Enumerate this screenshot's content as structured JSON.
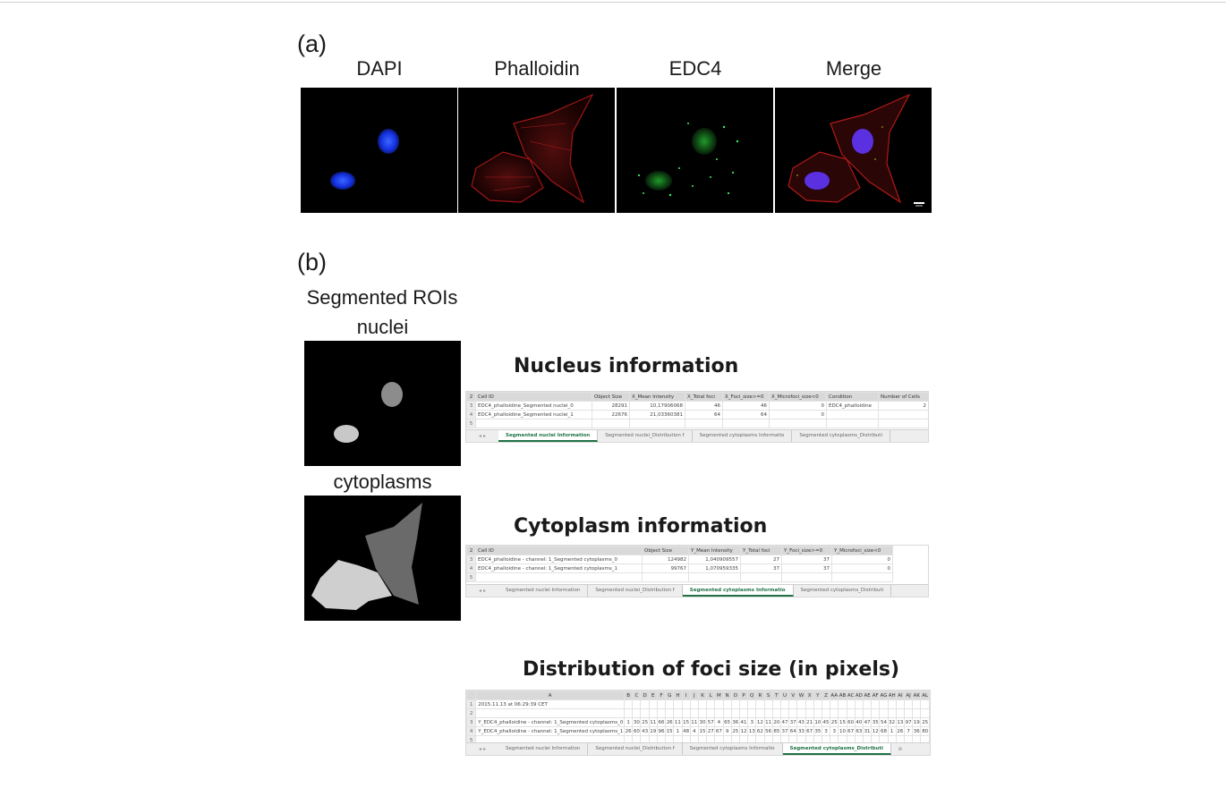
{
  "panel_a": {
    "label": "(a)",
    "channels": [
      {
        "label": "DAPI",
        "color": "#1a3cff"
      },
      {
        "label": "Phalloidin",
        "color": "#c01818"
      },
      {
        "label": "EDC4",
        "color": "#22c43a"
      },
      {
        "label": "Merge",
        "color": "#7a3cff"
      }
    ]
  },
  "panel_b": {
    "label": "(b)",
    "segmented_title": "Segmented ROIs",
    "nuclei_label": "nuclei",
    "cytoplasms_label": "cytoplasms",
    "nucleus_section": {
      "title": "Nucleus information",
      "headers": [
        "Cell ID",
        "Object Size",
        "X_Mean Intensity",
        "X_Total foci",
        "X_Foci_size>=0",
        "X_Microfoci_size<0",
        "Condition",
        "Number of Cells"
      ],
      "rows": [
        {
          "rownum": "3",
          "cells": [
            "EDC4_phalloidine_Segmented nuclei_0",
            "28291",
            "10,17906068",
            "46",
            "46",
            "0",
            "EDC4_phalloidine",
            "2"
          ]
        },
        {
          "rownum": "4",
          "cells": [
            "EDC4_phalloidine_Segmented nuclei_1",
            "22676",
            "21,03360381",
            "64",
            "64",
            "0",
            "",
            ""
          ]
        }
      ],
      "header_rownum": "2",
      "empty_rownum": "5",
      "tabs": [
        "Segmented nuclei Information",
        "Segmented nuclei_Distribution f",
        "Segmented cytoplasms Informatio",
        "Segmented cytoplasms_Distributi"
      ],
      "active_tab": 0
    },
    "cytoplasm_section": {
      "title": "Cytoplasm information",
      "headers": [
        "Cell ID",
        "Object Size",
        "Y_Mean Intensity",
        "Y_Total foci",
        "Y_Foci_size>=0",
        "Y_Microfoci_size<0"
      ],
      "rows": [
        {
          "rownum": "3",
          "cells": [
            "EDC4_phalloidine - channel: 1_Segmented cytoplasms_0",
            "124982",
            "1,040909557",
            "27",
            "37",
            "0"
          ]
        },
        {
          "rownum": "4",
          "cells": [
            "EDC4_phalloidine - channel: 1_Segmented cytoplasms_1",
            "99767",
            "1,070959335",
            "37",
            "37",
            "0"
          ]
        }
      ],
      "header_rownum": "2",
      "empty_rownum": "5",
      "tabs": [
        "Segmented nuclei Information",
        "Segmented nuclei_Distribution f",
        "Segmented cytoplasms Informatio",
        "Segmented cytoplasms_Distributi"
      ],
      "active_tab": 2
    },
    "distribution_section": {
      "title": "Distribution of foci size (in pixels)",
      "col_headers": [
        "A",
        "B",
        "C",
        "D",
        "E",
        "F",
        "G",
        "H",
        "I",
        "J",
        "K",
        "L",
        "M",
        "N",
        "O",
        "P",
        "Q",
        "R",
        "S",
        "T",
        "U",
        "V",
        "W",
        "X",
        "Y",
        "Z",
        "AA",
        "AB",
        "AC",
        "AD",
        "AE",
        "AF",
        "AG",
        "AH",
        "AI",
        "AJ",
        "AK",
        "AL"
      ],
      "timestamp": "2015.11.13 at 06:29:39 CET",
      "rows": [
        {
          "rownum": "3",
          "label": "Y_EDC4_phalloidine - channel: 1_Segmented cytoplasms_0",
          "values": [
            "1",
            "30",
            "25",
            "11",
            "66",
            "26",
            "11",
            "15",
            "11",
            "30",
            "57",
            "4",
            "65",
            "36",
            "41",
            "3",
            "12",
            "11",
            "20",
            "47",
            "37",
            "43",
            "21",
            "10",
            "45",
            "25",
            "15",
            "60",
            "40",
            "47",
            "35",
            "54",
            "32",
            "13",
            "97",
            "19",
            "25"
          ]
        },
        {
          "rownum": "4",
          "label": "Y_EDC4_phalloidine - channel: 1_Segmented cytoplasms_1",
          "values": [
            "26",
            "60",
            "43",
            "19",
            "96",
            "15",
            "1",
            "48",
            "4",
            "15",
            "27",
            "67",
            "9",
            "25",
            "12",
            "13",
            "62",
            "56",
            "85",
            "37",
            "64",
            "33",
            "67",
            "35",
            "3",
            "3",
            "10",
            "67",
            "63",
            "31",
            "12",
            "68",
            "1",
            "26",
            "7",
            "36",
            "80"
          ]
        }
      ],
      "tabs": [
        "Segmented nuclei Information",
        "Segmented nuclei_Distribution f",
        "Segmented cytoplasms Informatio",
        "Segmented cytoplasms_Distributi"
      ],
      "active_tab": 3
    }
  }
}
